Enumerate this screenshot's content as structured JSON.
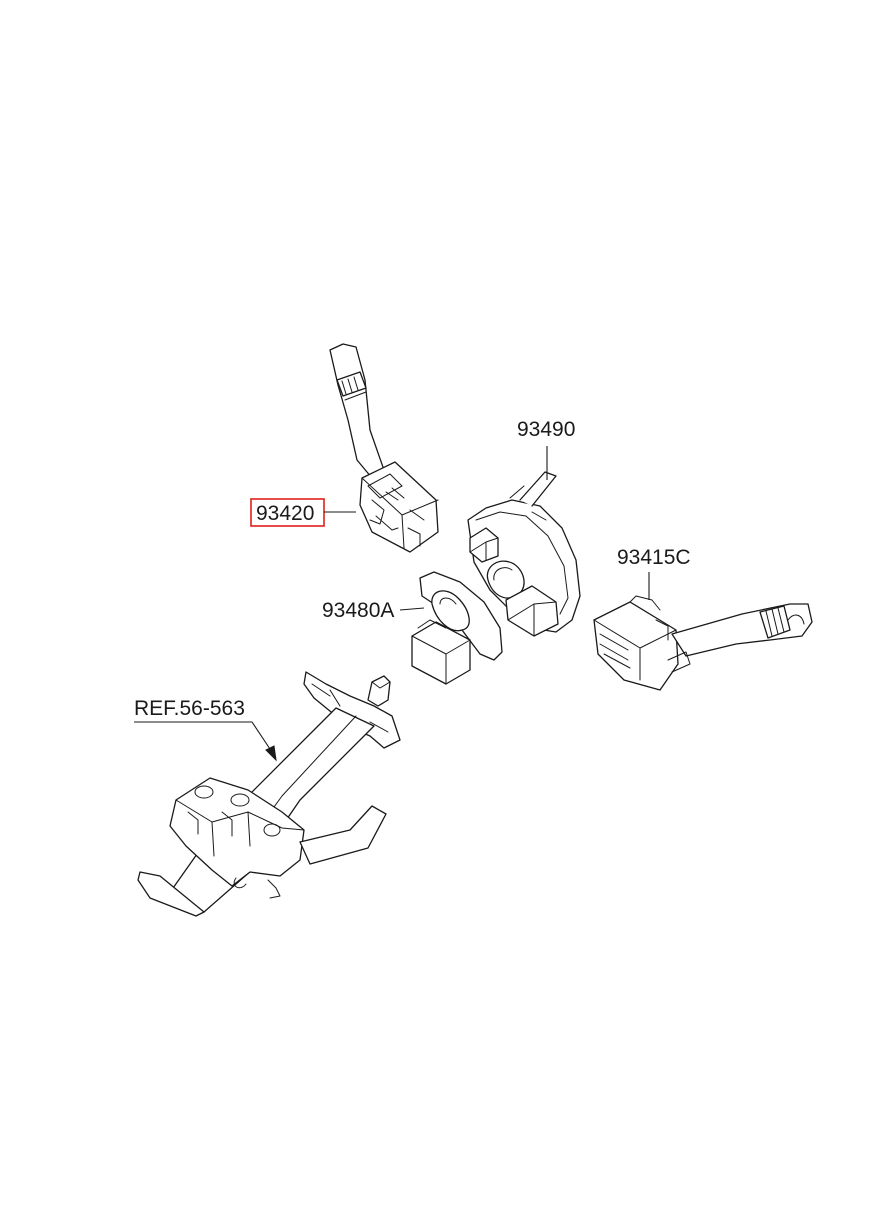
{
  "labels": {
    "part_93490": "93490",
    "part_93420": "93420",
    "part_93415c": "93415C",
    "part_93480a": "93480A",
    "ref": "REF.56-563"
  },
  "highlight": {
    "part": "93420",
    "color": "#e0201c"
  },
  "colors": {
    "ink": "#1a1a1a",
    "background": "#ffffff"
  }
}
